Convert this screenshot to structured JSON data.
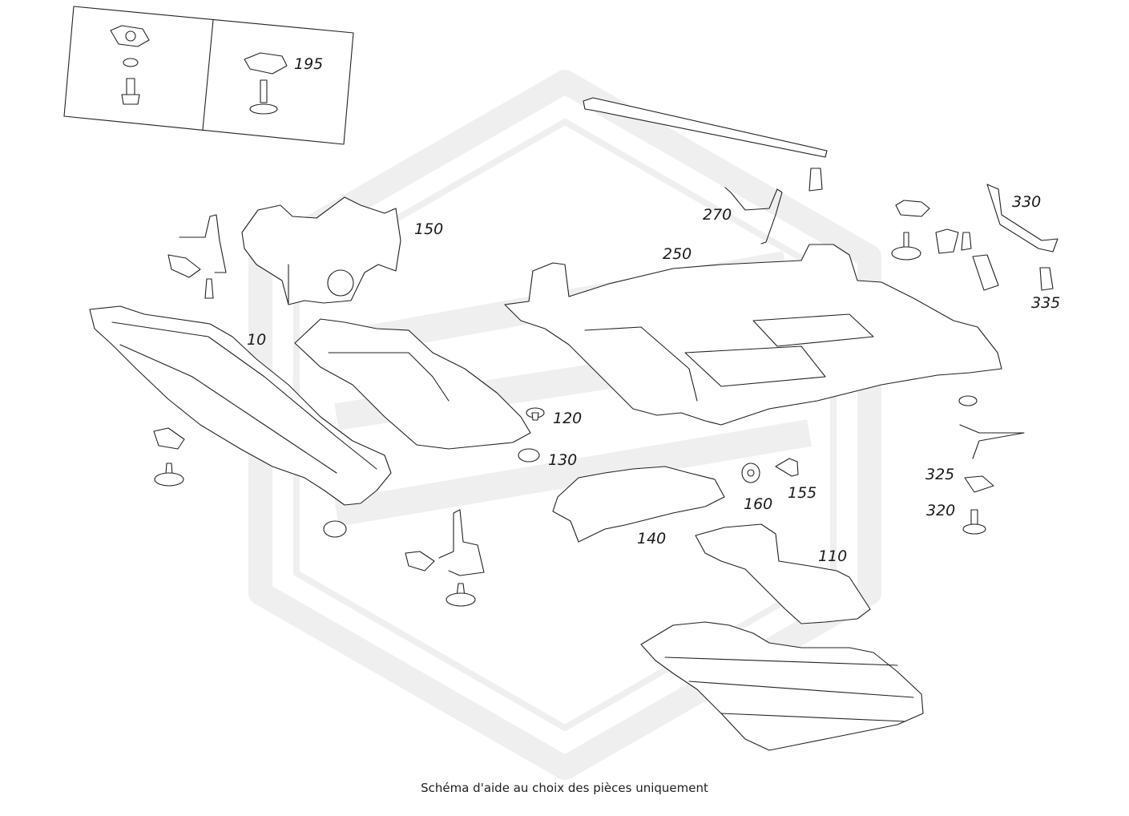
{
  "labels": {
    "p10": "10",
    "p110": "110",
    "p120": "120",
    "p130": "130",
    "p140": "140",
    "p150": "150",
    "p155": "155",
    "p160": "160",
    "p195": "195",
    "p250": "250",
    "p270": "270",
    "p320": "320",
    "p325": "325",
    "p330": "330",
    "p335": "335"
  },
  "caption": "Schéma d'aide au choix des pièces uniquement",
  "colors": {
    "watermark": "#efefef",
    "line": "#222222"
  }
}
